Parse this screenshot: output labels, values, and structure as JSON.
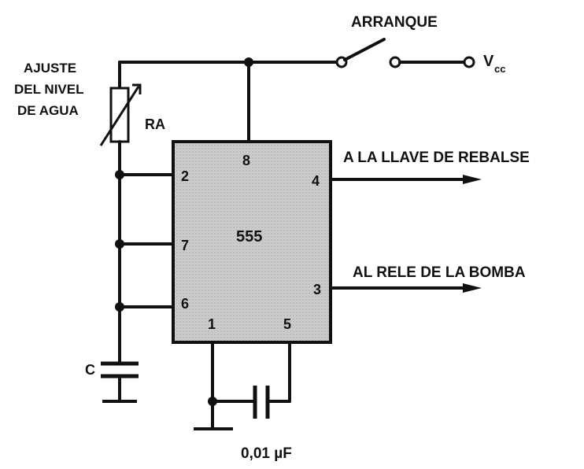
{
  "labels": {
    "arranque": "ARRANQUE",
    "vcc_main": "V",
    "vcc_sub": "cc",
    "ajuste_1": "AJUSTE",
    "ajuste_2": "DEL NIVEL",
    "ajuste_3": "DE AGUA",
    "ra": "RA",
    "ic": "555",
    "llave": "A LA LLAVE DE REBALSE",
    "rele": "AL RELE DE LA BOMBA",
    "cap_c": "C",
    "cap_small": "0,01 µF"
  },
  "pins": {
    "p8": "8",
    "p2": "2",
    "p4": "4",
    "p7": "7",
    "p3": "3",
    "p6": "6",
    "p1": "1",
    "p5": "5"
  },
  "colors": {
    "ink": "#111111",
    "chip_fill": "#c9c9c9"
  }
}
